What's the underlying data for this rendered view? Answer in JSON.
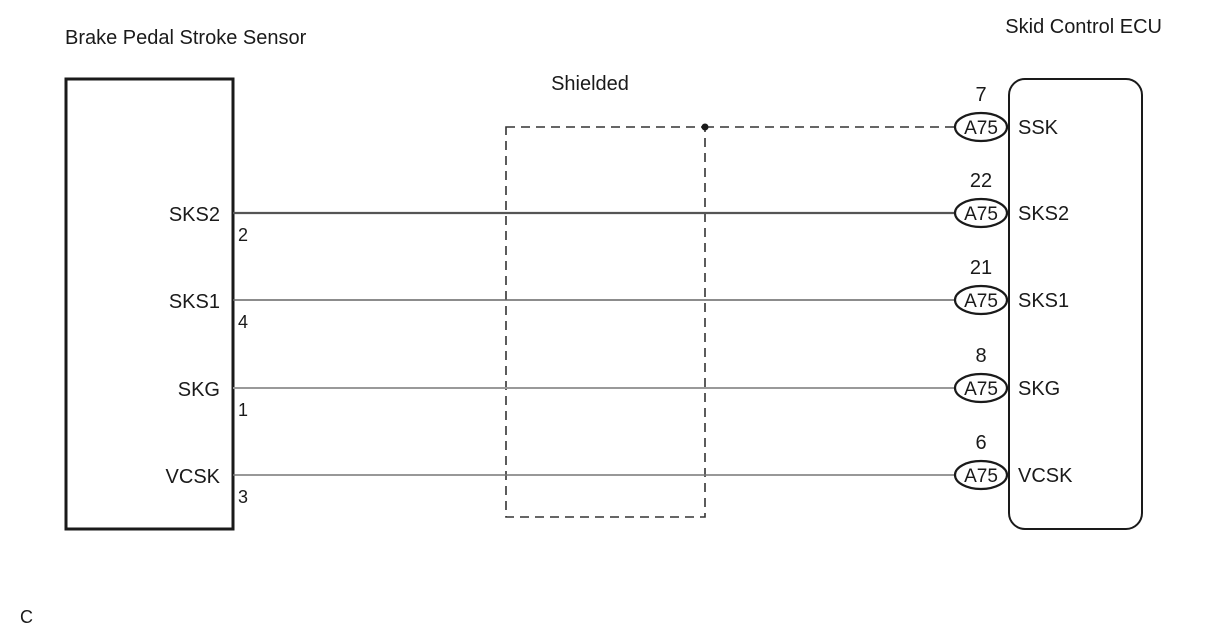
{
  "sensor": {
    "title": "Brake Pedal Stroke Sensor",
    "terminals": [
      {
        "name": "SKS2",
        "pin": "2"
      },
      {
        "name": "SKS1",
        "pin": "4"
      },
      {
        "name": "SKG",
        "pin": "1"
      },
      {
        "name": "VCSK",
        "pin": "3"
      }
    ]
  },
  "ecu": {
    "title": "Skid Control ECU",
    "connector": "A75",
    "terminals": [
      {
        "name": "SSK",
        "pin": "7"
      },
      {
        "name": "SKS2",
        "pin": "22"
      },
      {
        "name": "SKS1",
        "pin": "21"
      },
      {
        "name": "SKG",
        "pin": "8"
      },
      {
        "name": "VCSK",
        "pin": "6"
      }
    ]
  },
  "shield_label": "Shielded",
  "footer_code": "C"
}
